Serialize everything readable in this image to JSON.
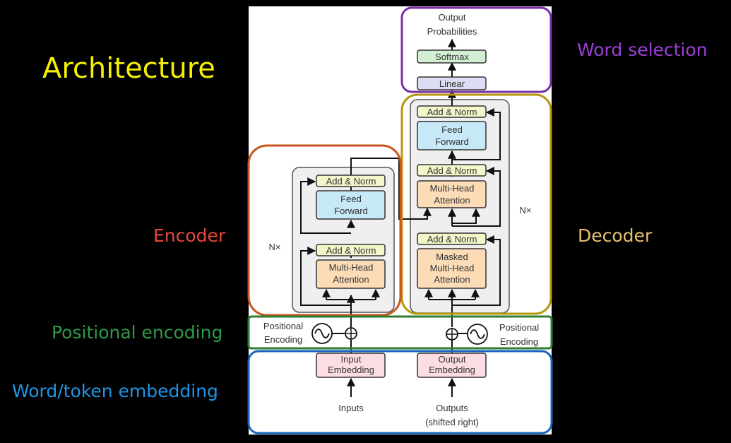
{
  "title": "Architecture",
  "annotations": {
    "word_selection": "Word selection",
    "encoder": "Encoder",
    "decoder": "Decoder",
    "positional_encoding": "Positional encoding",
    "word_embedding": "Word/token embedding"
  },
  "diagram": {
    "output_probabilities_1": "Output",
    "output_probabilities_2": "Probabilities",
    "softmax": "Softmax",
    "linear": "Linear",
    "add_norm": "Add & Norm",
    "feed_1": "Feed",
    "feed_2": "Forward",
    "mha_1": "Multi-Head",
    "mha_2": "Attention",
    "masked_1": "Masked",
    "masked_2": "Multi-Head",
    "masked_3": "Attention",
    "nx": "N×",
    "pos_enc_1": "Positional",
    "pos_enc_2": "Encoding",
    "input_emb_1": "Input",
    "input_emb_2": "Embedding",
    "output_emb_1": "Output",
    "output_emb_2": "Embedding",
    "inputs": "Inputs",
    "outputs_1": "Outputs",
    "outputs_2": "(shifted right)"
  },
  "colors": {
    "title": "#f4f000",
    "word_selection": "#9b3fd6",
    "encoder": "#e8463b",
    "decoder": "#e8c070",
    "positional_encoding": "#2e9a48",
    "word_embedding": "#1e96e6",
    "add_norm_fill": "#f3f6c8",
    "feed_forward_fill": "#c7e8f7",
    "attention_fill": "#fbdcb6",
    "softmax_fill": "#d3efd3",
    "linear_fill": "#dcdcf3",
    "embedding_fill": "#fbdde3"
  }
}
